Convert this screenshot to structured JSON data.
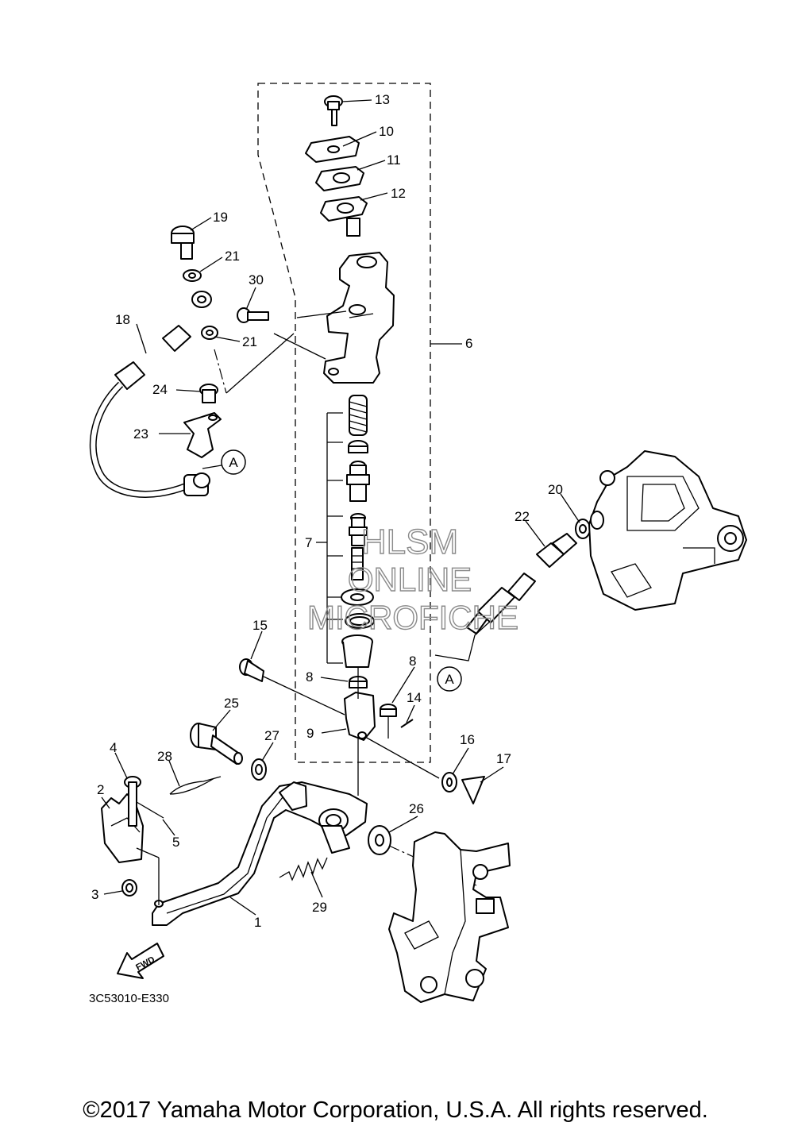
{
  "diagram": {
    "callouts": [
      {
        "id": "c1",
        "text": "1"
      },
      {
        "id": "c2",
        "text": "2"
      },
      {
        "id": "c3",
        "text": "3"
      },
      {
        "id": "c4",
        "text": "4"
      },
      {
        "id": "c5",
        "text": "5"
      },
      {
        "id": "c6",
        "text": "6"
      },
      {
        "id": "c7",
        "text": "7"
      },
      {
        "id": "c8a",
        "text": "8"
      },
      {
        "id": "c8b",
        "text": "8"
      },
      {
        "id": "c9",
        "text": "9"
      },
      {
        "id": "c10",
        "text": "10"
      },
      {
        "id": "c11",
        "text": "11"
      },
      {
        "id": "c12",
        "text": "12"
      },
      {
        "id": "c13",
        "text": "13"
      },
      {
        "id": "c14",
        "text": "14"
      },
      {
        "id": "c15",
        "text": "15"
      },
      {
        "id": "c16",
        "text": "16"
      },
      {
        "id": "c17",
        "text": "17"
      },
      {
        "id": "c18",
        "text": "18"
      },
      {
        "id": "c19",
        "text": "19"
      },
      {
        "id": "c20",
        "text": "20"
      },
      {
        "id": "c21a",
        "text": "21"
      },
      {
        "id": "c21b",
        "text": "21"
      },
      {
        "id": "c22",
        "text": "22"
      },
      {
        "id": "c23",
        "text": "23"
      },
      {
        "id": "c24",
        "text": "24"
      },
      {
        "id": "c25",
        "text": "25"
      },
      {
        "id": "c26",
        "text": "26"
      },
      {
        "id": "c27",
        "text": "27"
      },
      {
        "id": "c28",
        "text": "28"
      },
      {
        "id": "c29",
        "text": "29"
      },
      {
        "id": "c30",
        "text": "30"
      }
    ],
    "ref_marker": "A",
    "fwd_label": "FWD",
    "diagram_code": "3C53010-E330"
  },
  "watermark": {
    "line1": "HLSM",
    "line2": "ONLINE",
    "line3": "MICROFICHE"
  },
  "footer": {
    "copyright": "©2017 Yamaha Motor Corporation, U.S.A. All rights reserved."
  }
}
